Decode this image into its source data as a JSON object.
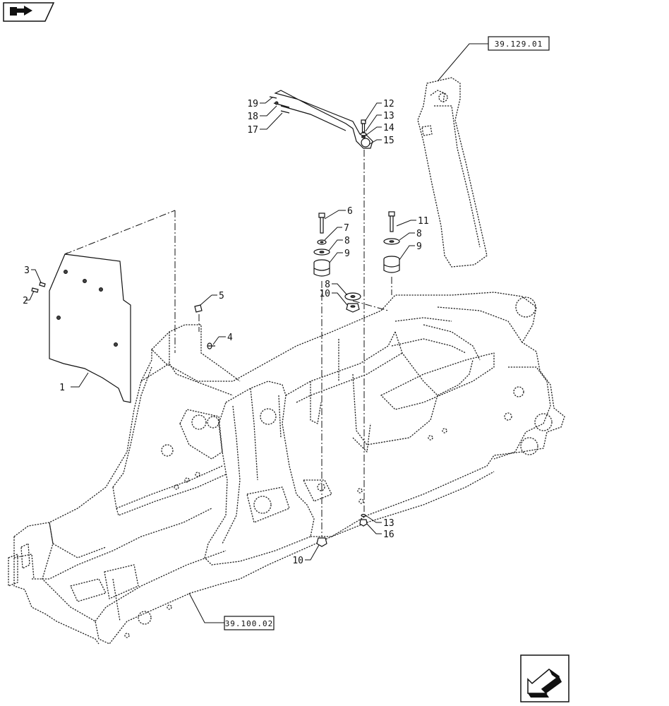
{
  "references": {
    "top_right": "39.129.01",
    "bottom": "39.100.02"
  },
  "callouts": [
    {
      "id": "c1",
      "label": "1"
    },
    {
      "id": "c2",
      "label": "2"
    },
    {
      "id": "c3",
      "label": "3"
    },
    {
      "id": "c4",
      "label": "4"
    },
    {
      "id": "c5",
      "label": "5"
    },
    {
      "id": "c6",
      "label": "6"
    },
    {
      "id": "c7",
      "label": "7"
    },
    {
      "id": "c8a",
      "label": "8"
    },
    {
      "id": "c9a",
      "label": "9"
    },
    {
      "id": "c8b",
      "label": "8"
    },
    {
      "id": "c10a",
      "label": "10"
    },
    {
      "id": "c11",
      "label": "11"
    },
    {
      "id": "c8c",
      "label": "8"
    },
    {
      "id": "c9b",
      "label": "9"
    },
    {
      "id": "c12",
      "label": "12"
    },
    {
      "id": "c13a",
      "label": "13"
    },
    {
      "id": "c14",
      "label": "14"
    },
    {
      "id": "c15",
      "label": "15"
    },
    {
      "id": "c17",
      "label": "17"
    },
    {
      "id": "c18",
      "label": "18"
    },
    {
      "id": "c19",
      "label": "19"
    },
    {
      "id": "c13b",
      "label": "13"
    },
    {
      "id": "c16",
      "label": "16"
    },
    {
      "id": "c10b",
      "label": "10"
    }
  ],
  "icons": {
    "top_left": "catalog-book-icon",
    "bottom_right": "navigate-arrow-icon"
  }
}
